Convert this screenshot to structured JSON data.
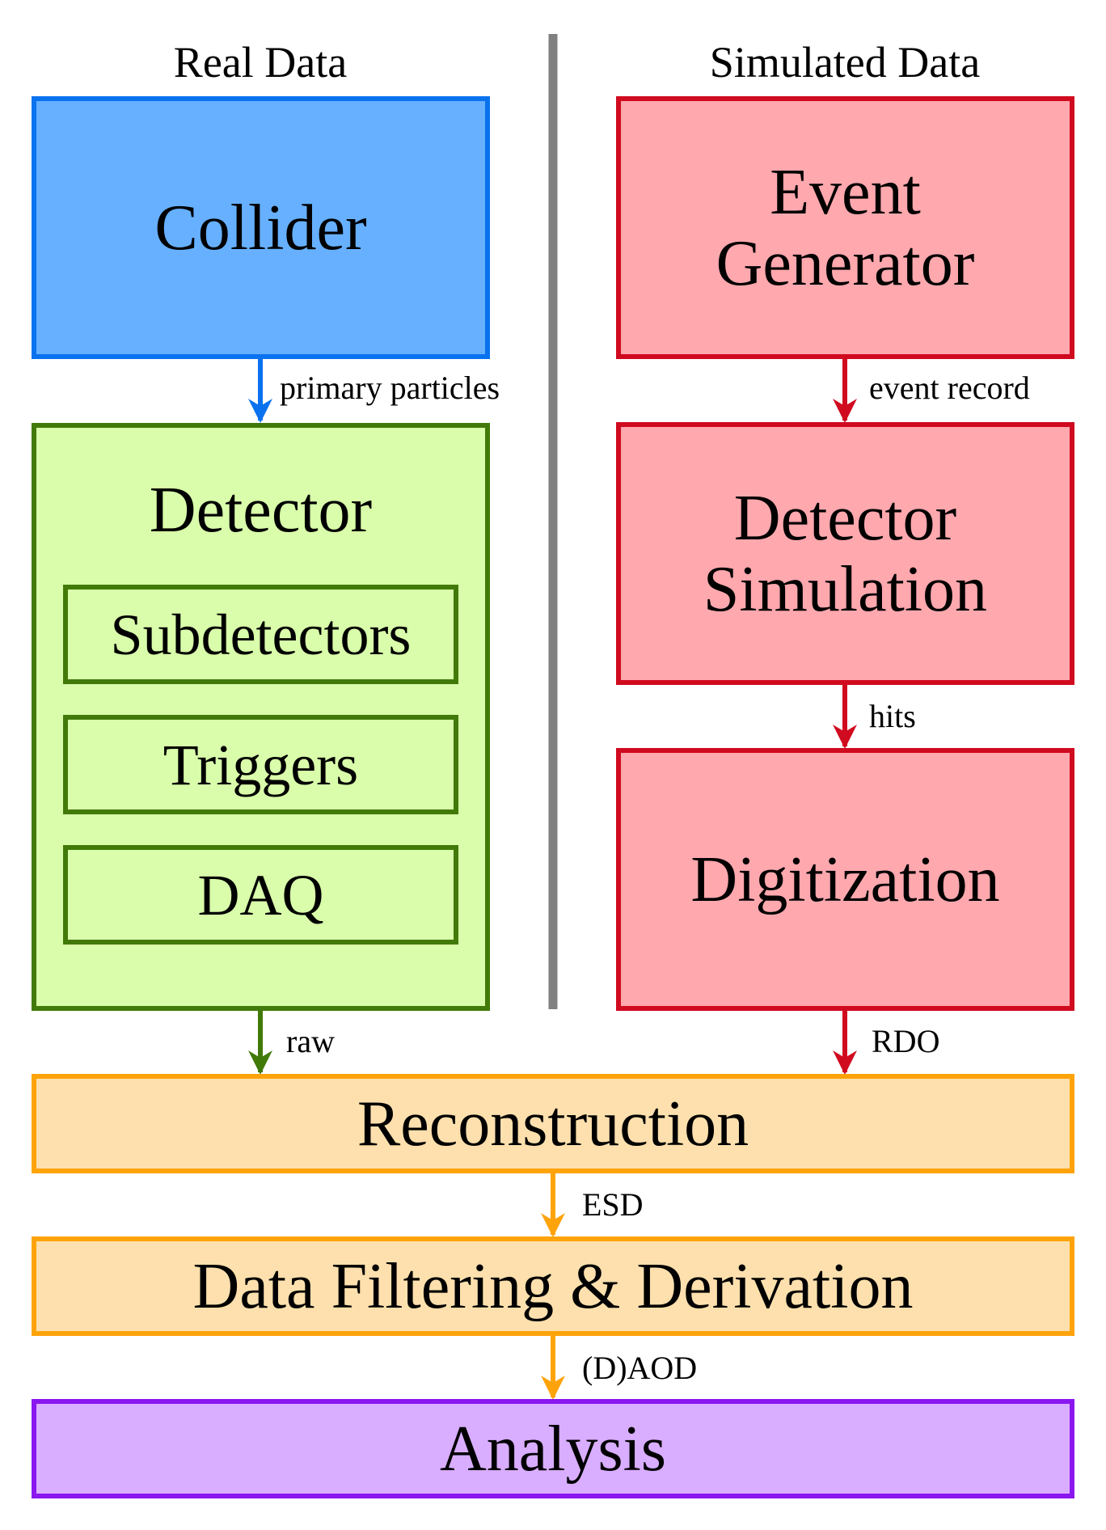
{
  "headings": {
    "real": "Real Data",
    "simulated": "Simulated Data"
  },
  "nodes": {
    "collider": "Collider",
    "detector": "Detector",
    "subdetectors": "Subdetectors",
    "triggers": "Triggers",
    "daq": "DAQ",
    "event_generator": "Event\nGenerator",
    "detector_simulation": "Detector\nSimulation",
    "digitization": "Digitization",
    "reconstruction": "Reconstruction",
    "filtering": "Data Filtering & Derivation",
    "analysis": "Analysis"
  },
  "edges": {
    "primary_particles": "primary particles",
    "event_record": "event record",
    "hits": "hits",
    "raw": "raw",
    "rdo": "RDO",
    "esd": "ESD",
    "daod": "(D)AOD"
  },
  "colors": {
    "blue_fill": "#66b0ff",
    "blue_line": "#0a72ee",
    "green_fill": "#d9fdaa",
    "green_line": "#427a0a",
    "red_fill": "#ffa8ae",
    "red_line": "#d00a1f",
    "orange_fill": "#fde0ad",
    "orange_line": "#ffa30a",
    "purple_fill": "#d9adff",
    "purple_line": "#8a16f0",
    "divider": "#808080"
  }
}
